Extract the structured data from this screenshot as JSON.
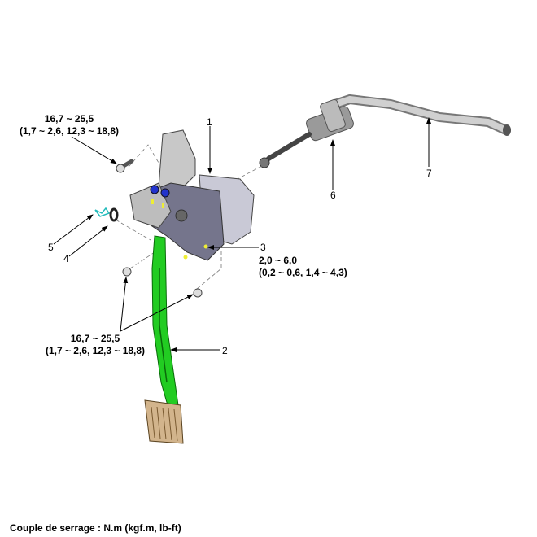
{
  "callouts": {
    "c1": "1",
    "c2": "2",
    "c3": "3",
    "c4": "4",
    "c5": "5",
    "c6": "6",
    "c7": "7"
  },
  "torques": {
    "bracket_bolt": {
      "nm": "16,7 ~ 25,5",
      "alt": "(1,7 ~ 2,6, 12,3 ~ 18,8)"
    },
    "switch_nut": {
      "nm": "2,0 ~ 6,0",
      "alt": "(0,2 ~ 0,6, 1,4 ~ 4,3)"
    },
    "mount_nuts": {
      "nm": "16,7 ~ 25,5",
      "alt": "(1,7 ~ 2,6, 12,3 ~ 18,8)"
    }
  },
  "footer": "Couple de serrage : N.m (kgf.m, lb-ft)",
  "colors": {
    "pedal": "#22cc22",
    "pad": "#d2b48c",
    "bracket": "#8a8aa0",
    "pipe": "#b8b8b8"
  }
}
